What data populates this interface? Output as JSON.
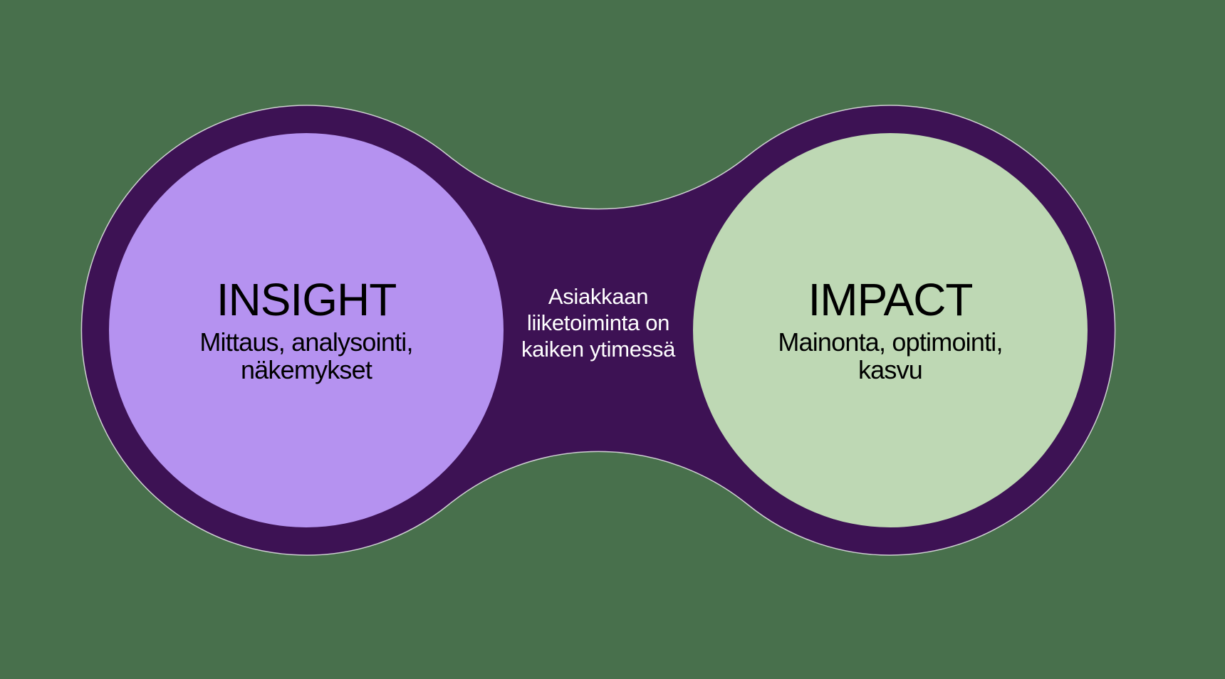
{
  "colors": {
    "background": "#48704c",
    "connector": "#3d1254",
    "insight_circle": "#b592f0",
    "impact_circle": "#bed8b4",
    "circle_text": "#000000",
    "center_text": "#ffffff",
    "edge_highlight": "#ffffff"
  },
  "insight": {
    "title": "INSIGHT",
    "subtitle": "Mittaus, analysointi,\nnäkemykset"
  },
  "impact": {
    "title": "IMPACT",
    "subtitle": "Mainonta, optimointi,\nkasvu"
  },
  "center": {
    "text": "Asiakkaan\nliiketoiminta on\nkaiken ytimessä"
  }
}
